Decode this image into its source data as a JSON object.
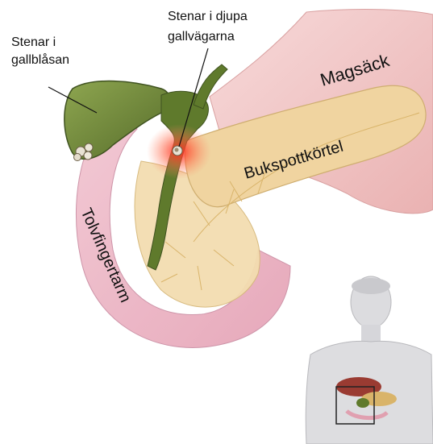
{
  "labels": {
    "gallbladder_stones_line1": "Stenar i",
    "gallbladder_stones_line2": "gallblåsan",
    "bile_duct_stones_line1": "Stenar i djupa",
    "bile_duct_stones_line2": "gallvägarna",
    "stomach": "Magsäck",
    "pancreas": "Bukspottkörtel",
    "duodenum": "Tolvfingertarm"
  },
  "icons": {
    "inset": "human-torso-figure",
    "stones": "gallstones"
  },
  "colors": {
    "stomach": "#f2c6c6",
    "duodenum": "#e8a8b8",
    "pancreas": "#f0d4a0",
    "gallbladder": "#6f8a3a",
    "inflammation": "#ff3b2f",
    "body_skin": "#d8d8dc"
  }
}
